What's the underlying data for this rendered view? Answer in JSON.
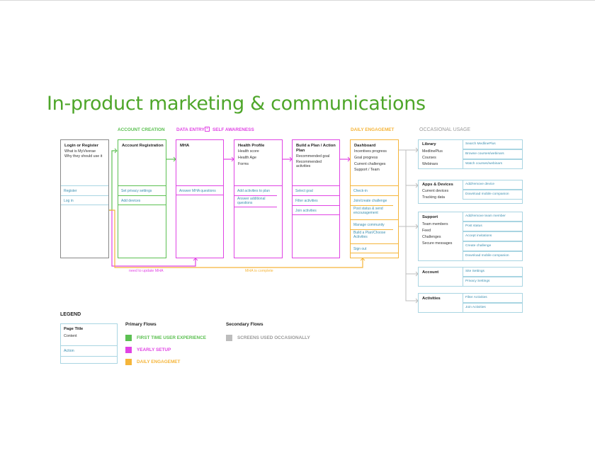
{
  "title": "In-product marketing & communications",
  "phases": {
    "account_creation": "ACCOUNT CREATION",
    "data_entry": "DATA ENTRY",
    "self_awareness": "SELF AWARENESS",
    "daily_engagement": "DAILY ENGAGEMET",
    "occasional": "OCCASIONAL USAGE"
  },
  "colors": {
    "green": "#5cc052",
    "magenta": "#e044e4",
    "orange": "#f5b53a",
    "gray": "#bdbdbd",
    "blue_row": "#a9d5e2",
    "title_green": "#4ea62a"
  },
  "boxes": {
    "login": {
      "head": "Login or Register",
      "items": [
        "What is MyViverae",
        "Why they should use it"
      ],
      "rows": [
        "Register",
        "Log in"
      ]
    },
    "account": {
      "head": "Account Registration",
      "items": [],
      "rows": [
        "Set privacy settings",
        "Add devices"
      ]
    },
    "mha": {
      "head": "MHA",
      "items": [],
      "rows": [
        "Answer MHA questions"
      ]
    },
    "health": {
      "head": "Health Profile",
      "items": [
        "Health score",
        "Health Age",
        "Forms"
      ],
      "rows": [
        "Add activities to plan",
        "Answer additional questions"
      ]
    },
    "plan": {
      "head": "Build a Plan / Action Plan",
      "items": [
        "Recommended goal",
        "Recommended activities"
      ],
      "rows": [
        "Select goal",
        "Filter activities",
        "Join activities"
      ]
    },
    "dashboard": {
      "head": "Dashboard",
      "items": [
        "Incentives progress",
        "Goal progress",
        "Current challenges",
        "Support / Team"
      ],
      "rows": [
        "Check-in",
        "Join/create challenge",
        "Post status & send encouragement",
        "Manage community",
        "Build a Plan/Choose Activities",
        "Sign out"
      ]
    }
  },
  "flow_notes": {
    "update_mha": "need to update MHA",
    "mha_complete": "MHA is complete"
  },
  "secondary": {
    "library": {
      "head": "Library",
      "items": [
        "MedlinePlus",
        "Courses",
        "Webinars"
      ],
      "actions": [
        "Search MedlinePlus",
        "Browse courses/webinars",
        "Watch courses/webinars"
      ]
    },
    "apps": {
      "head": "Apps & Devices",
      "items": [
        "Current devices",
        "Tracking data"
      ],
      "actions": [
        "Add/remove device",
        "Download mobile companion"
      ]
    },
    "support": {
      "head": "Support",
      "items": [
        "Team members",
        "Feed",
        "Challenges",
        "Secure messages"
      ],
      "actions": [
        "Add/remove team member",
        "Post status",
        "Accept invitations",
        "Create challenge",
        "Download mobile companion"
      ]
    },
    "account": {
      "head": "Account",
      "items": [],
      "actions": [
        "Site Settings",
        "Privacy Settings"
      ]
    },
    "activities": {
      "head": "Activities",
      "items": [],
      "actions": [
        "Filter Activities",
        "Join Activities"
      ]
    }
  },
  "legend": {
    "title": "LEGEND",
    "page_title": "Page Title",
    "content": "Content",
    "action": "Action",
    "primary_flows": "Primary Flows",
    "secondary_flows": "Secondary Flows",
    "first_time": "FIRST TIME USER EXPERIENCE",
    "yearly": "YEARLY SETUP",
    "daily": "DAILY ENGAGEMET",
    "occasional_screens": "SCREENS USED OCCASIONALLY"
  }
}
